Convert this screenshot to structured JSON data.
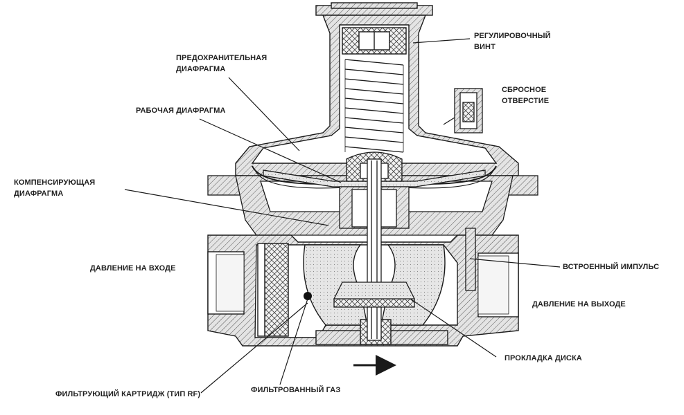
{
  "diagram": {
    "labels": {
      "adjusting_screw": {
        "line1": "РЕГУЛИРОВОЧНЫЙ",
        "line2": "ВИНТ"
      },
      "safety_diaphragm": {
        "line1": "ПРЕДОХРАНИТЕЛЬНАЯ",
        "line2": "ДИАФРАГМА"
      },
      "vent_hole": {
        "line1": "СБРОСНОЕ",
        "line2": "ОТВЕРСТИЕ"
      },
      "working_diaphragm": {
        "text": "РАБОЧАЯ ДИАФРАГМА"
      },
      "compensating_diaphragm": {
        "line1": "КОМПЕНСИРУЮЩАЯ",
        "line2": "ДИАФРАГМА"
      },
      "inlet_pressure": {
        "text": "ДАВЛЕНИЕ НА ВХОДЕ"
      },
      "builtin_impulse": {
        "text": "ВСТРОЕННЫЙ ИМПУЛЬС"
      },
      "outlet_pressure": {
        "text": "ДАВЛЕНИЕ НА ВЫХОДЕ"
      },
      "disk_gasket": {
        "text": "ПРОКЛАДКА ДИСКА"
      },
      "filter_cartridge": {
        "text": "ФИЛЬТРУЮЩИЙ КАРТРИДЖ (ТИП RF)"
      },
      "filtered_gas": {
        "text": "ФИЛЬТРОВАННЫЙ ГАЗ"
      }
    },
    "colors": {
      "line": "#1a1a1a",
      "hatch_fill": "#d9d9d9",
      "background": "#ffffff"
    }
  }
}
